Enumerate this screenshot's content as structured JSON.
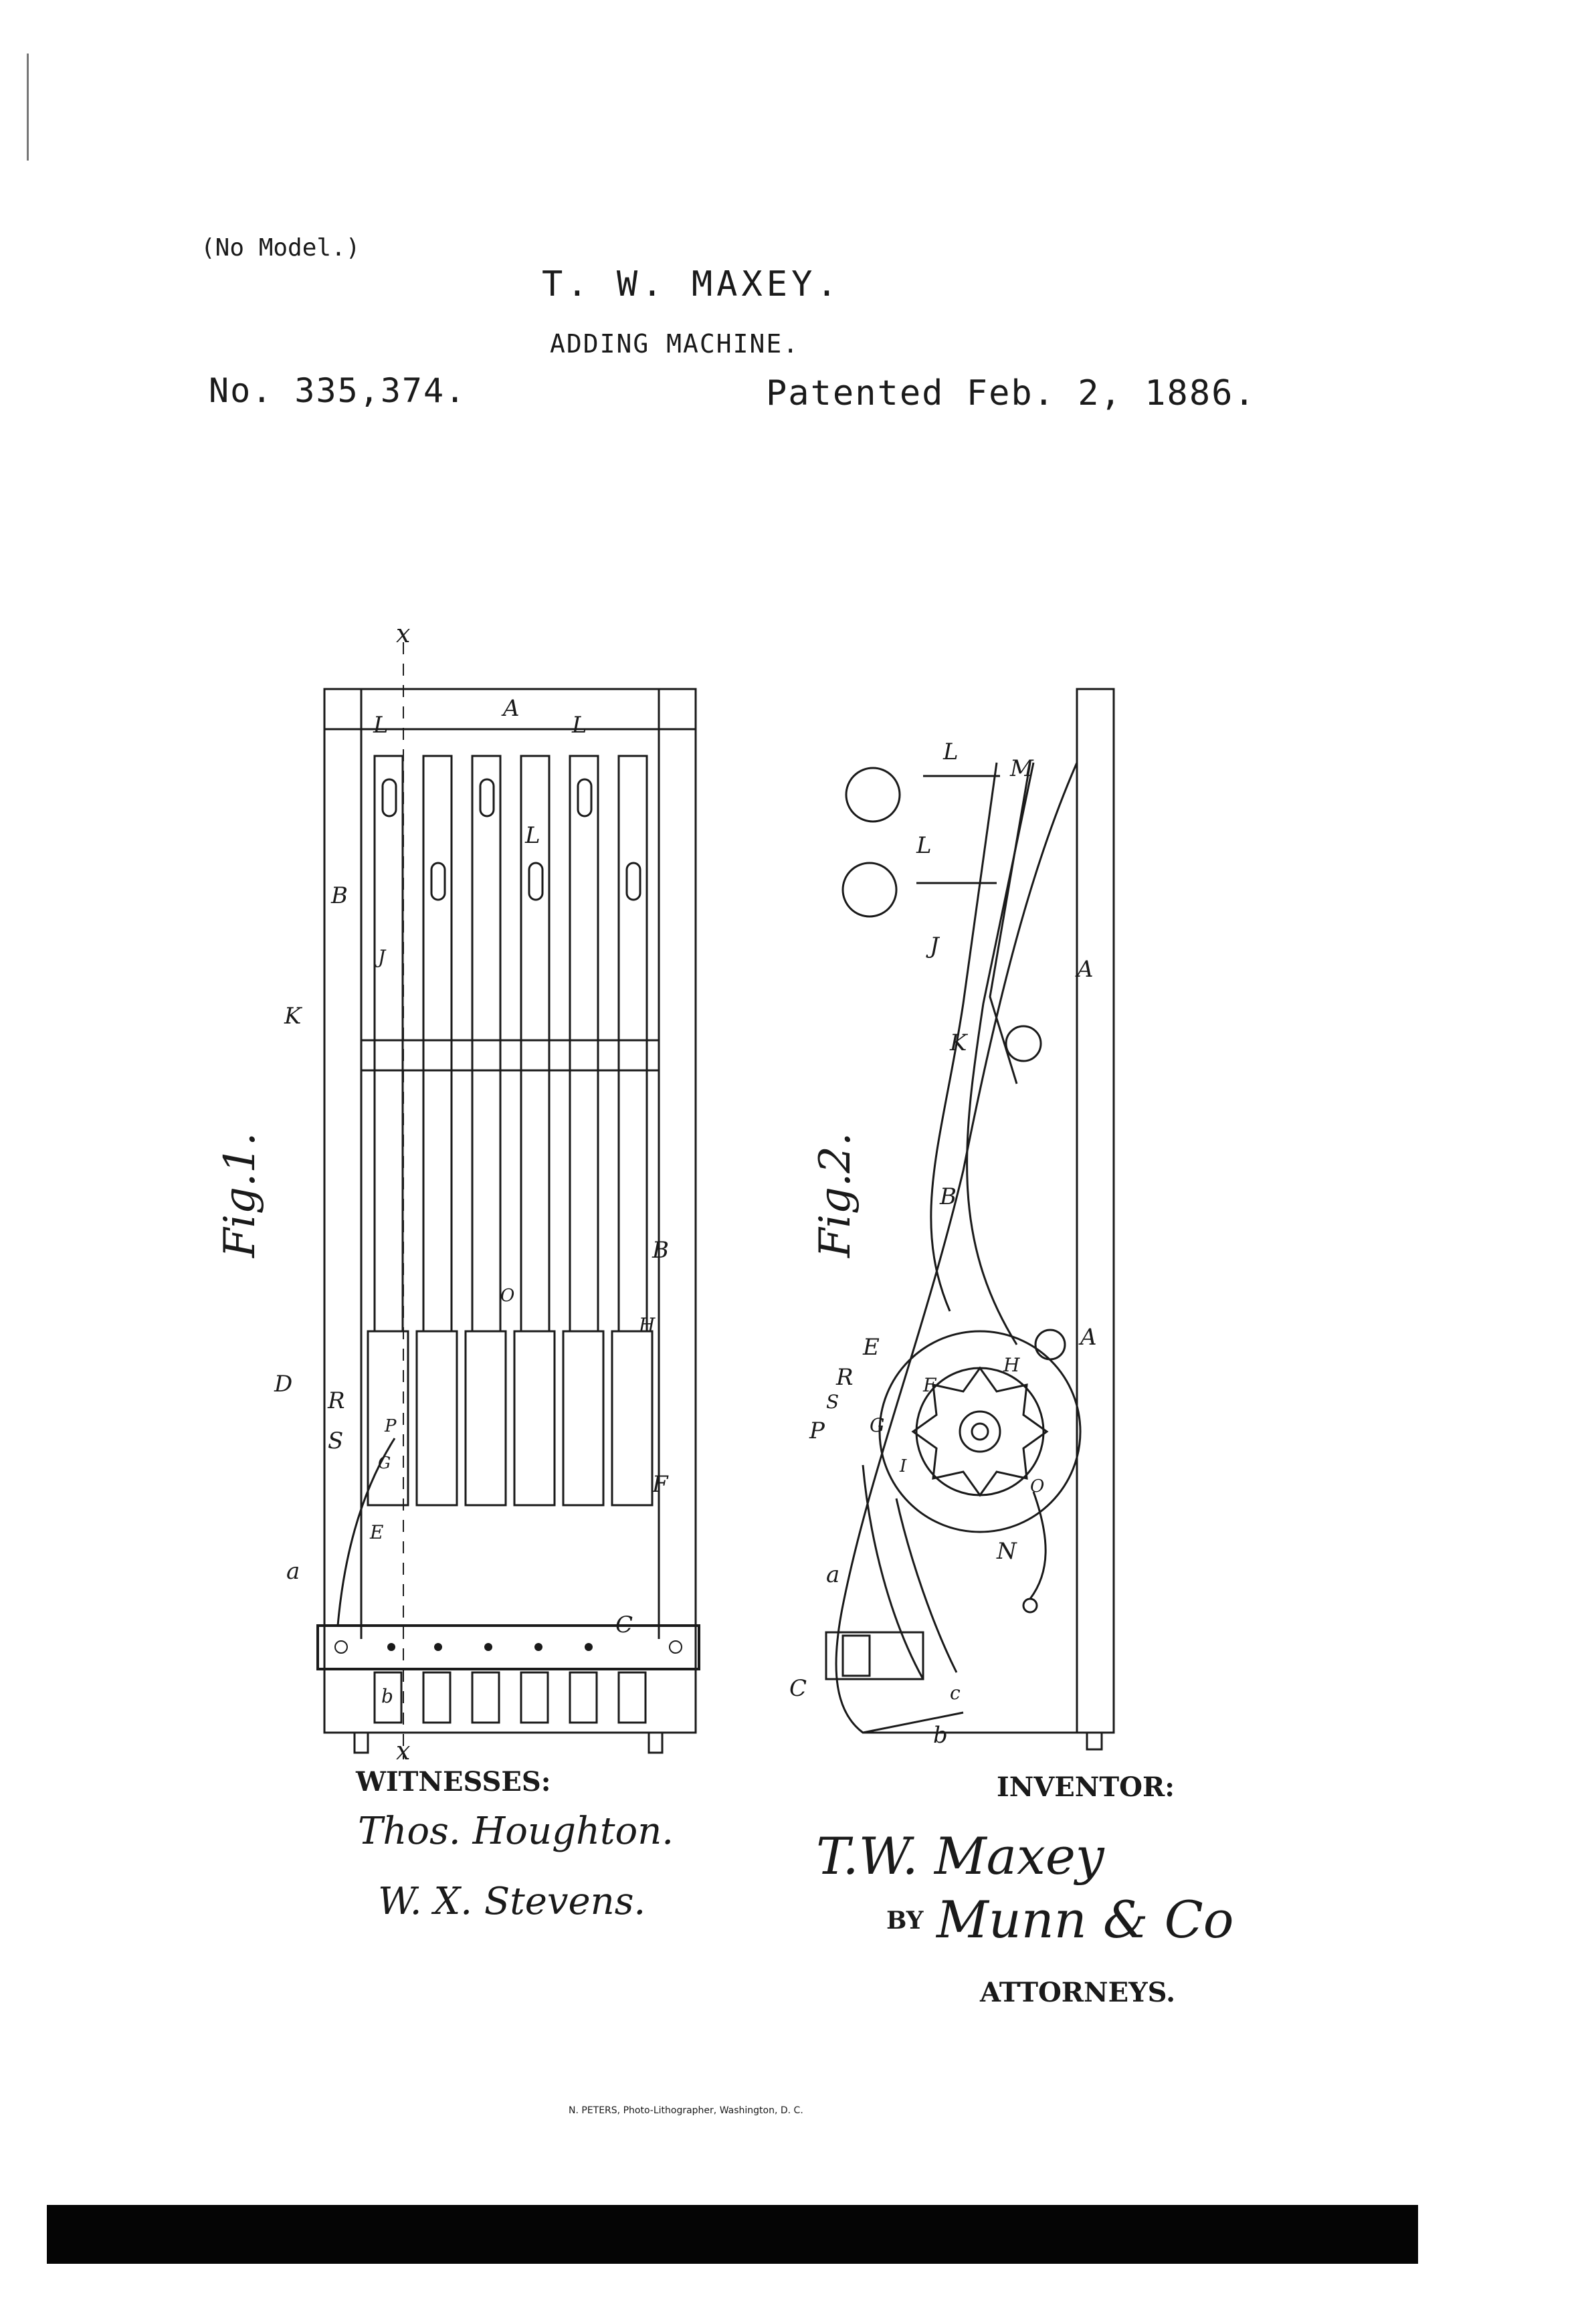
{
  "header": {
    "model_note": "(No Model.)",
    "inventor_name": "T. W. MAXEY.",
    "title": "ADDING MACHINE.",
    "patent_number": "No. 335,374.",
    "patent_date": "Patented Feb. 2, 1886."
  },
  "figures": {
    "fig1": {
      "label": "Fig.1.",
      "letters": {
        "A": "A",
        "B": "B",
        "B2": "B",
        "K": "K",
        "D": "D",
        "R": "R",
        "S": "S",
        "a": "a",
        "C": "C",
        "F": "F",
        "H": "H",
        "L1": "L",
        "L2": "L",
        "L3": "L",
        "x_top": "x",
        "x_bottom": "x",
        "b": "b",
        "E": "E",
        "G": "G",
        "P": "P",
        "J": "J",
        "O": "O"
      }
    },
    "fig2": {
      "label": "Fig.2.",
      "letters": {
        "L1": "L",
        "L2": "L",
        "M": "M",
        "J": "J",
        "A1": "A",
        "A2": "A",
        "K": "K",
        "B": "B",
        "E": "E",
        "R": "R",
        "S": "S",
        "P": "P",
        "H": "H",
        "F": "F",
        "G": "G",
        "I": "I",
        "O": "O",
        "N": "N",
        "a": "a",
        "C": "C",
        "c": "c",
        "b": "b"
      }
    }
  },
  "signatures": {
    "witnesses_label": "WITNESSES:",
    "witness_1": "Thos. Houghton.",
    "witness_2": "W. X. Stevens.",
    "inventor_label": "INVENTOR:",
    "inventor_signature": "T.W. Maxey",
    "by_label": "BY",
    "attorney_signature": "Munn & Co",
    "attorneys_label": "ATTORNEYS."
  },
  "footer": {
    "printer": "N. PETERS, Photo-Lithographer, Washington, D. C."
  }
}
